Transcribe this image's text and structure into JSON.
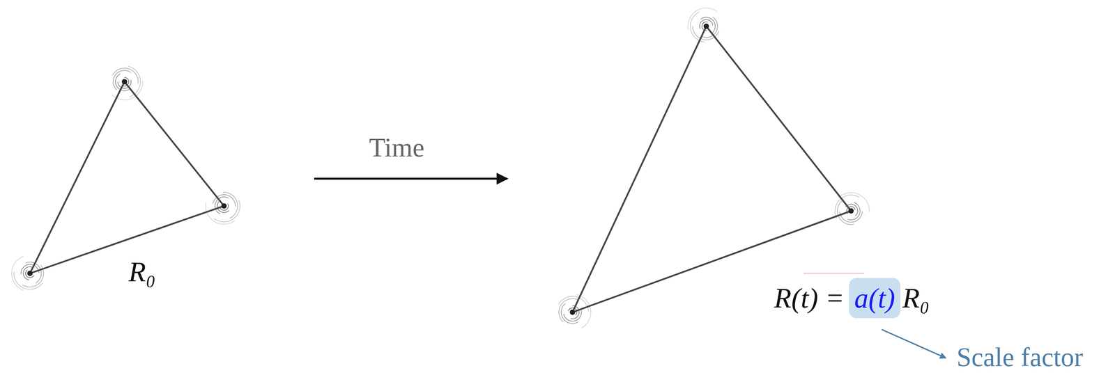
{
  "diagram": {
    "nodes": [
      {
        "text": [
          "a(t)"
        ]
      }
    ],
    "labels": [
      "Time",
      "R₀",
      "R(t) =",
      "R₀",
      "Scale factor"
    ]
  }
}
